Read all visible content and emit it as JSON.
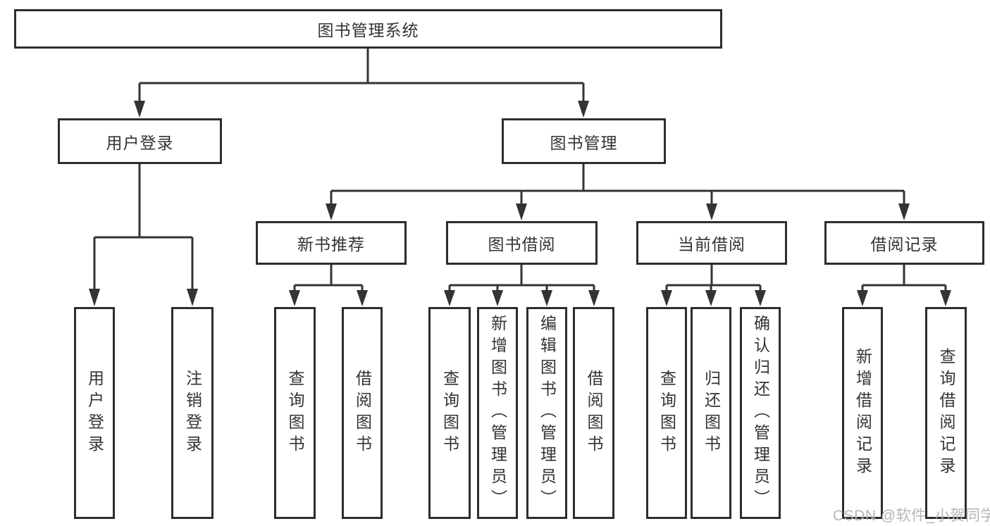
{
  "title": "图书管理系统",
  "nodes": {
    "root": "图书管理系统",
    "user_login": "用户登录",
    "book_mgmt": "图书管理",
    "new_book_rec": "新书推荐",
    "book_borrow": "图书借阅",
    "current_borrow": "当前借阅",
    "borrow_record": "借阅记录",
    "leaf_user_login": "用户登录",
    "leaf_logout": "注销登录",
    "leaf_query_book_1": "查询图书",
    "leaf_borrow_book_1": "借阅图书",
    "leaf_query_book_2": "查询图书",
    "leaf_add_book": "新增图书（管理员）",
    "leaf_edit_book": "编辑图书（管理员）",
    "leaf_borrow_book_2": "借阅图书",
    "leaf_query_book_3": "查询图书",
    "leaf_return_book": "归还图书",
    "leaf_confirm_return": "确认归还（管理员）",
    "leaf_add_borrow_record": "新增借阅记录",
    "leaf_query_borrow_record": "查询借阅记录"
  },
  "hierarchy": {
    "图书管理系统": [
      "用户登录",
      "图书管理"
    ],
    "用户登录": [
      "用户登录",
      "注销登录"
    ],
    "图书管理": [
      "新书推荐",
      "图书借阅",
      "当前借阅",
      "借阅记录"
    ],
    "新书推荐": [
      "查询图书",
      "借阅图书"
    ],
    "图书借阅": [
      "查询图书",
      "新增图书（管理员）",
      "编辑图书（管理员）",
      "借阅图书"
    ],
    "当前借阅": [
      "查询图书",
      "归还图书",
      "确认归还（管理员）"
    ],
    "借阅记录": [
      "新增借阅记录",
      "查询借阅记录"
    ]
  },
  "watermark": "CSDN @软件_小贺同学",
  "colors": {
    "line": "#333333",
    "box_border": "#2d2d2d",
    "text": "#333333",
    "background": "#ffffff",
    "watermark": "#b5b5b5"
  }
}
